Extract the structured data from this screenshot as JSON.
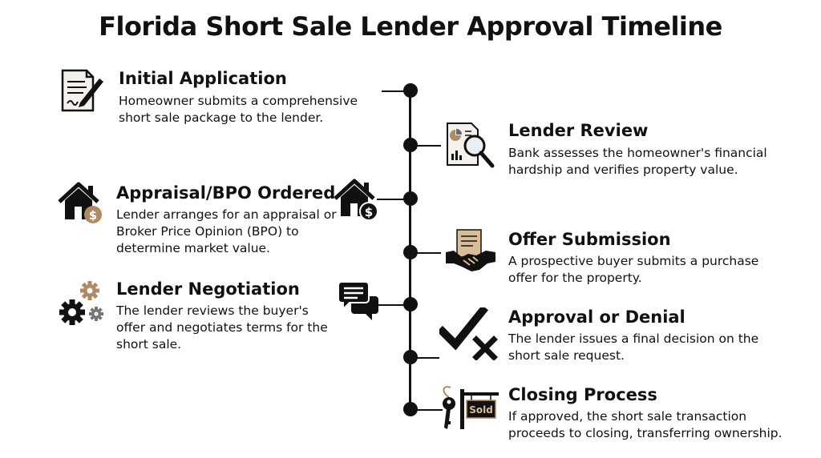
{
  "title": "Florida Short Sale Lender Approval Timeline",
  "colors": {
    "ink": "#111111",
    "accent": "#b08a66",
    "paper": "#f4f1ec"
  },
  "steps": [
    {
      "title": "Initial Application",
      "desc": "Homeowner submits a comprehensive short sale package to the lender.",
      "icon": "document-pen-icon",
      "side": "left"
    },
    {
      "title": "Lender Review",
      "desc": "Bank assesses the homeowner's financial hardship and verifies property value.",
      "icon": "report-magnifier-icon",
      "side": "right"
    },
    {
      "title": "Appraisal/BPO Ordered",
      "desc": "Lender arranges for an appraisal or Broker Price Opinion (BPO) to determine market value.",
      "icon": "house-dollar-icon",
      "side": "left"
    },
    {
      "title": "Offer Submission",
      "desc": "A prospective buyer submits a purchase offer for the property.",
      "icon": "handshake-document-icon",
      "side": "right"
    },
    {
      "title": "Lender Negotiation",
      "desc": "The lender reviews the buyer's offer and negotiates terms for the short sale.",
      "icon": "gears-icon",
      "side": "left"
    },
    {
      "title": "Approval or Denial",
      "desc": "The lender issues a final decision on the short sale request.",
      "icon": "check-x-icon",
      "side": "right"
    },
    {
      "title": "Closing Process",
      "desc": "If approved, the short sale transaction proceeds to closing, transferring ownership.",
      "icon": "key-sold-sign-icon",
      "side": "right"
    }
  ],
  "sold_sign_text": "Sold"
}
